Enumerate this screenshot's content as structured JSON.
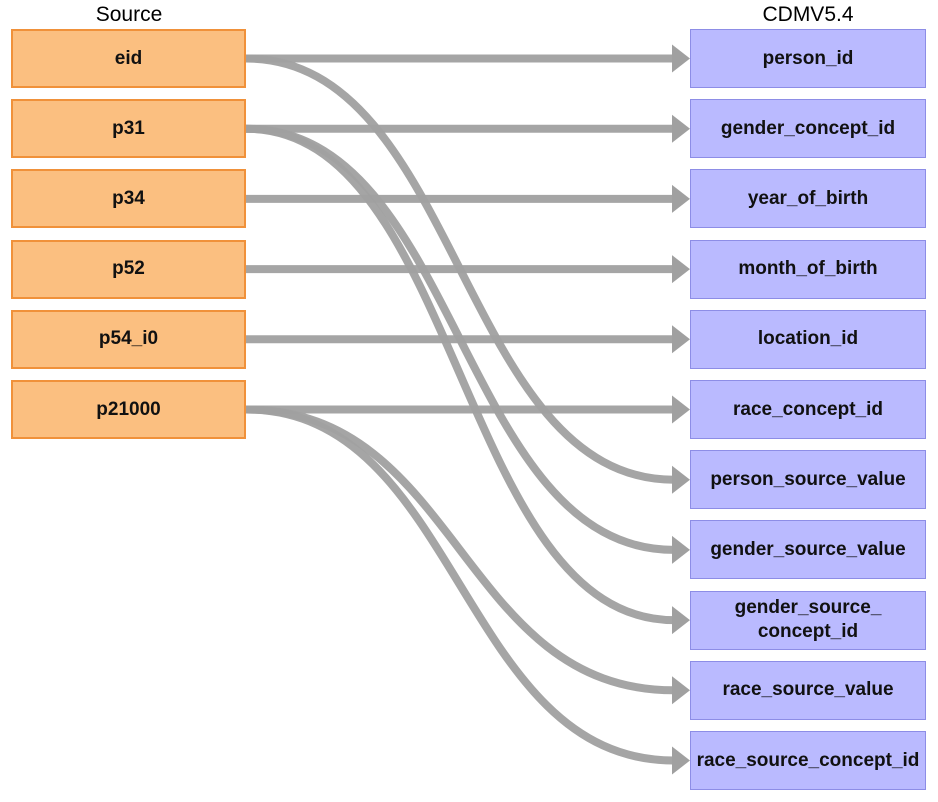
{
  "source_title": "Source",
  "target_title": "CDMV5.4",
  "colors": {
    "source_fill": "#fbbf80",
    "source_border": "#f0913a",
    "target_fill": "#babaff",
    "target_border": "#8d8de6",
    "arrow": "#a0a0a0"
  },
  "source_fields": [
    "eid",
    "p31",
    "p34",
    "p52",
    "p54_i0",
    "p21000"
  ],
  "target_fields": [
    "person_id",
    "gender_concept_id",
    "year_of_birth",
    "month_of_birth",
    "location_id",
    "race_concept_id",
    "person_source_value",
    "gender_source_value",
    "gender_source_\nconcept_id",
    "race_source_value",
    "race_source_concept_id"
  ],
  "mappings": [
    {
      "from": "eid",
      "to": "person_id"
    },
    {
      "from": "eid",
      "to": "person_source_value"
    },
    {
      "from": "p31",
      "to": "gender_concept_id"
    },
    {
      "from": "p31",
      "to": "gender_source_value"
    },
    {
      "from": "p31",
      "to": "gender_source_\nconcept_id"
    },
    {
      "from": "p34",
      "to": "year_of_birth"
    },
    {
      "from": "p52",
      "to": "month_of_birth"
    },
    {
      "from": "p54_i0",
      "to": "location_id"
    },
    {
      "from": "p21000",
      "to": "race_concept_id"
    },
    {
      "from": "p21000",
      "to": "race_source_value"
    },
    {
      "from": "p21000",
      "to": "race_source_concept_id"
    }
  ]
}
